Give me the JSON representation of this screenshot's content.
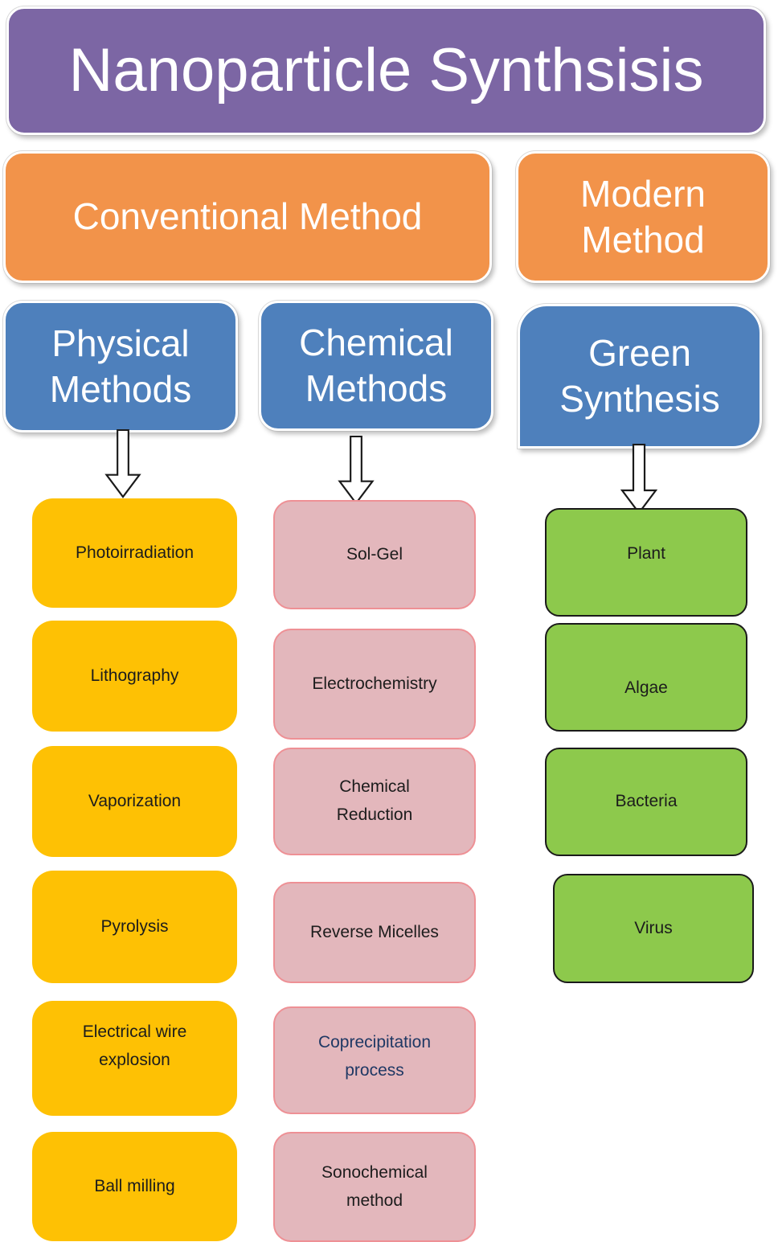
{
  "title": "Nanoparticle Synthsisis",
  "colors": {
    "title_bg": "#7C66A4",
    "branch_bg": "#F2934A",
    "category_bg": "#4E80BC",
    "physical_item_bg": "#FEC104",
    "chemical_item_bg": "#E3B7BC",
    "chemical_item_border": "#EE9095",
    "green_item_bg": "#8DC94C",
    "green_item_border": "#1A1A1A",
    "coprecipitation_text": "#1F3864"
  },
  "branches": {
    "conventional": {
      "label": "Conventional Method"
    },
    "modern": {
      "label": "Modern\nMethod"
    }
  },
  "categories": {
    "physical": {
      "label": "Physical\nMethods"
    },
    "chemical": {
      "label": "Chemical\nMethods"
    },
    "green": {
      "label": "Green\nSynthesis"
    }
  },
  "items": {
    "physical": [
      "Photoirradiation",
      "Lithography",
      "Vaporization",
      "Pyrolysis",
      "Electrical wire\nexplosion",
      "Ball milling"
    ],
    "chemical": [
      "Sol-Gel",
      "Electrochemistry",
      "Chemical\nReduction",
      "Reverse Micelles",
      "Coprecipitation\nprocess",
      "Sonochemical\nmethod"
    ],
    "green": [
      "Plant",
      "Algae",
      "Bacteria",
      "Virus"
    ]
  }
}
